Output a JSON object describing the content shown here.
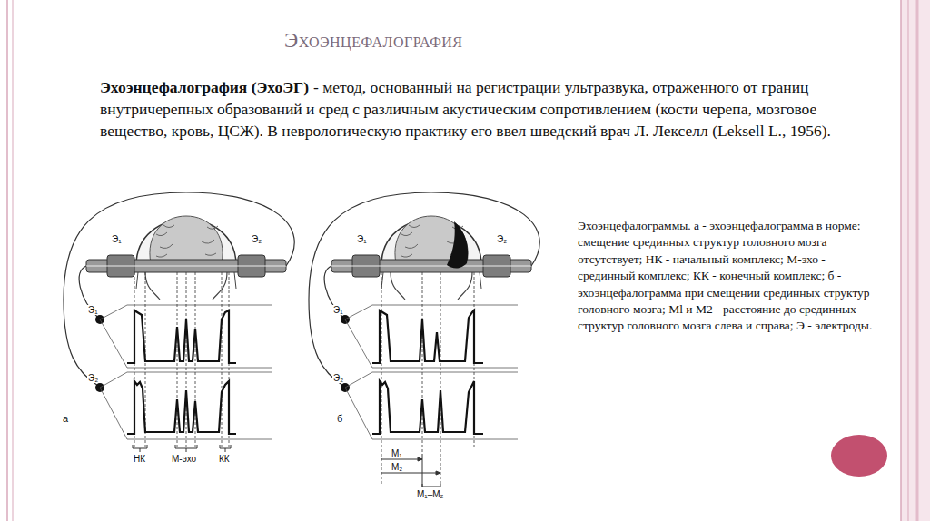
{
  "diagram": {
    "title": "Эхоэнцефалография",
    "caption": "Эхоэнцефалограммы. а - эхоэнцефалограмма в норме: смещение срединных структур головного мозга отсутствует; НК - начальный комплекс; М-эхо - срединный комплекс; КК - конечный комплекс; б - эхоэнцефалограмма при смещении срединных структур головного мозга; Ml и M2 - расстояние до срединных структур головного мозга слева и справа; Э - электроды.",
    "labels": [
      "Эхоэнцефалография (ЭхоЭГ)",
      "- метод, основанный на регистрации ультразвука, отраженного от границ внутричерепных образований и сред с различным акустическим сопротивлением (кости черепа, мозговое вещество, кровь, ЦСЖ). В неврологическую практику его ввел шведский врач Л. Лекселл (Leksell L., 1956).",
      "Э₁",
      "Э₂",
      "Э₁",
      "Э₂",
      "а",
      "НК",
      "М-эхо",
      "КК",
      "Э₁",
      "Э₂",
      "Э₁",
      "Э₂",
      "б",
      "М₁",
      "М₂",
      "М₁–М₂"
    ]
  }
}
